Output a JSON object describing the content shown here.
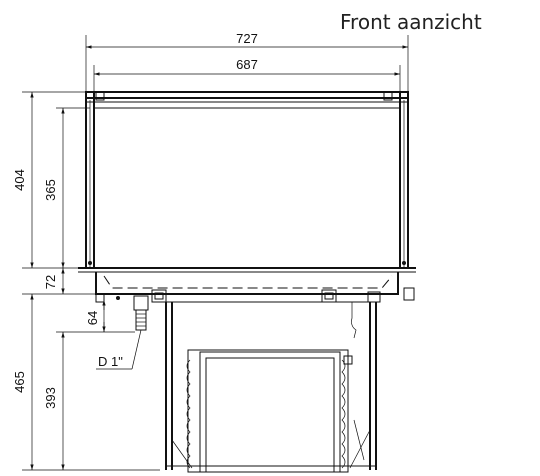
{
  "title": "Front aanzicht",
  "dimensions": {
    "outer_width": "727",
    "inner_width": "687",
    "total_height_upper": "404",
    "glass_height": "365",
    "base_height": "72",
    "drain_offset": "64",
    "lower_height": "465",
    "unit_height": "393",
    "drain_label": "D 1\""
  }
}
